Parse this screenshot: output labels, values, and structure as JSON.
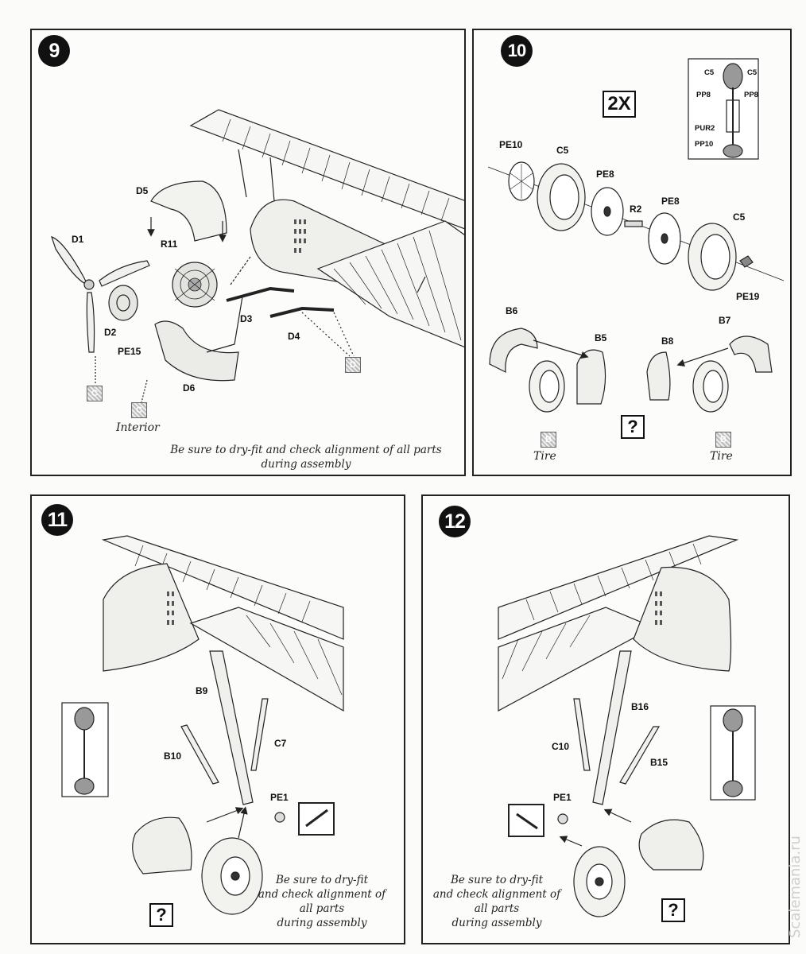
{
  "steps": {
    "s9": {
      "number": "9",
      "labels": {
        "d5": "D5",
        "d1": "D1",
        "r11": "R11",
        "d2": "D2",
        "pe15": "PE15",
        "d3": "D3",
        "d4": "D4",
        "d6": "D6"
      },
      "callouts": {
        "c1": "C",
        "c2": "C",
        "d": "D"
      },
      "interior": "Interior",
      "note_line1": "Be sure to dry-fit and check alignment of all parts",
      "note_line2": "during assembly"
    },
    "s10": {
      "number": "10",
      "multiplier": "2X",
      "labels": {
        "pe10": "PE10",
        "c5a": "C5",
        "pe8a": "PE8",
        "r2": "R2",
        "pe8b": "PE8",
        "c5b": "C5",
        "pe19": "PE19",
        "b6": "B6",
        "b5": "B5",
        "b8": "B8",
        "b7": "B7"
      },
      "inset": {
        "c5l": "C5",
        "c5r": "C5",
        "pp8l": "PP8",
        "pp8r": "PP8",
        "pur2": "PUR2",
        "pp10": "PP10"
      },
      "callouts": {
        "b1": "B",
        "b2": "B"
      },
      "tire_left": "Tire",
      "tire_right": "Tire",
      "question": "?"
    },
    "s11": {
      "number": "11",
      "labels": {
        "b9": "B9",
        "b10": "B10",
        "c7": "C7",
        "pe1": "PE1"
      },
      "note": [
        "Be sure to dry-fit",
        "and check alignment of",
        "all parts",
        "during assembly"
      ],
      "question": "?"
    },
    "s12": {
      "number": "12",
      "labels": {
        "b16": "B16",
        "c10": "C10",
        "b15": "B15",
        "pe1": "PE1"
      },
      "note": [
        "Be sure to dry-fit",
        "and check alignment of",
        "all parts",
        "during assembly"
      ],
      "question": "?"
    }
  },
  "watermark": "Scalemania.ru"
}
